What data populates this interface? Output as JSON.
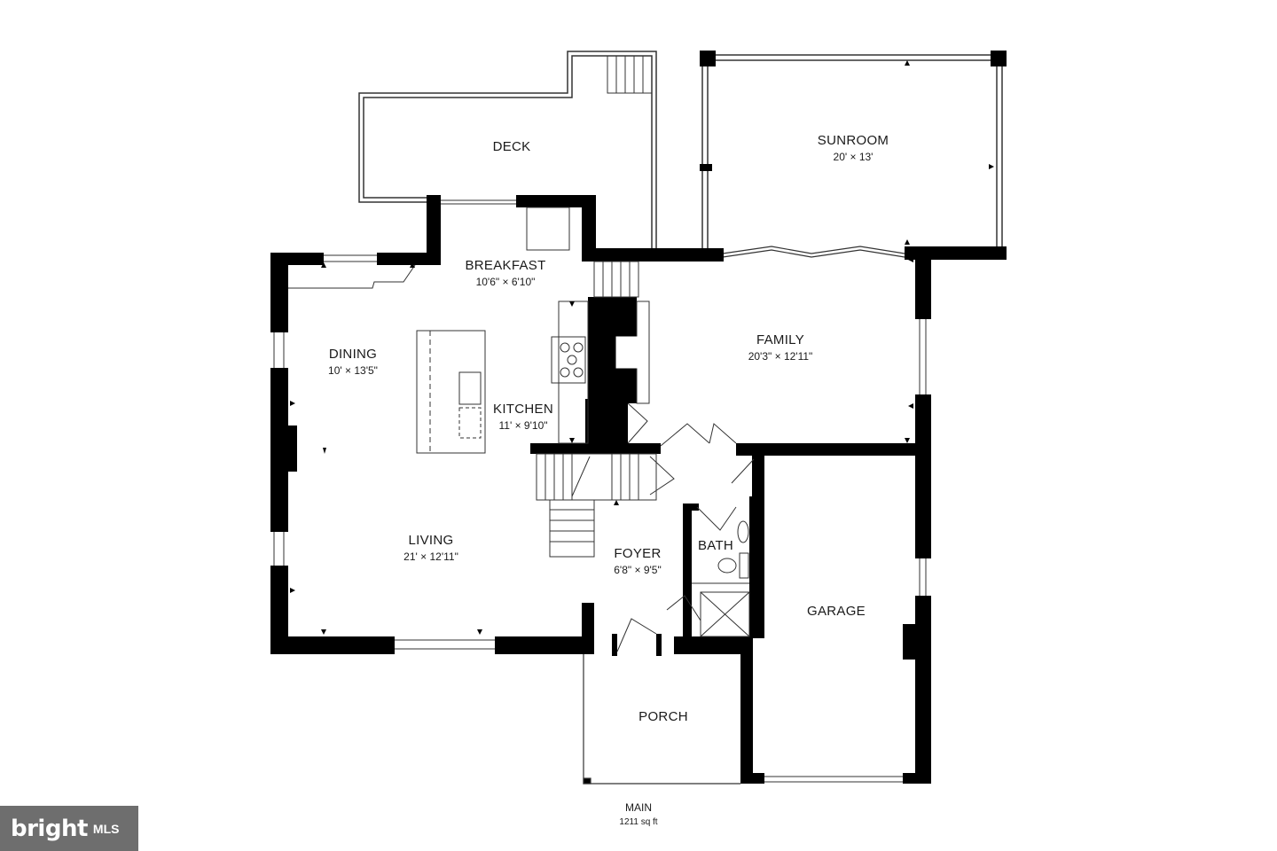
{
  "rooms": {
    "deck": {
      "name": "DECK"
    },
    "sunroom": {
      "name": "SUNROOM",
      "dims": "20' × 13'"
    },
    "breakfast": {
      "name": "BREAKFAST",
      "dims": "10'6\" × 6'10\""
    },
    "dining": {
      "name": "DINING",
      "dims": "10' × 13'5\""
    },
    "kitchen": {
      "name": "KITCHEN",
      "dims": "11' × 9'10\""
    },
    "family": {
      "name": "FAMILY",
      "dims": "20'3\" × 12'11\""
    },
    "living": {
      "name": "LIVING",
      "dims": "21' × 12'11\""
    },
    "foyer": {
      "name": "FOYER",
      "dims": "6'8\" × 9'5\""
    },
    "bath": {
      "name": "BATH"
    },
    "garage": {
      "name": "GARAGE"
    },
    "porch": {
      "name": "PORCH"
    }
  },
  "floor": {
    "name": "MAIN",
    "area": "1211 sq ft"
  },
  "logo": {
    "brand": "bright",
    "suffix": "MLS"
  },
  "colors": {
    "wall": "#000000",
    "line": "#333333",
    "background": "#ffffff",
    "logo_bg": "#6e6e6e"
  }
}
